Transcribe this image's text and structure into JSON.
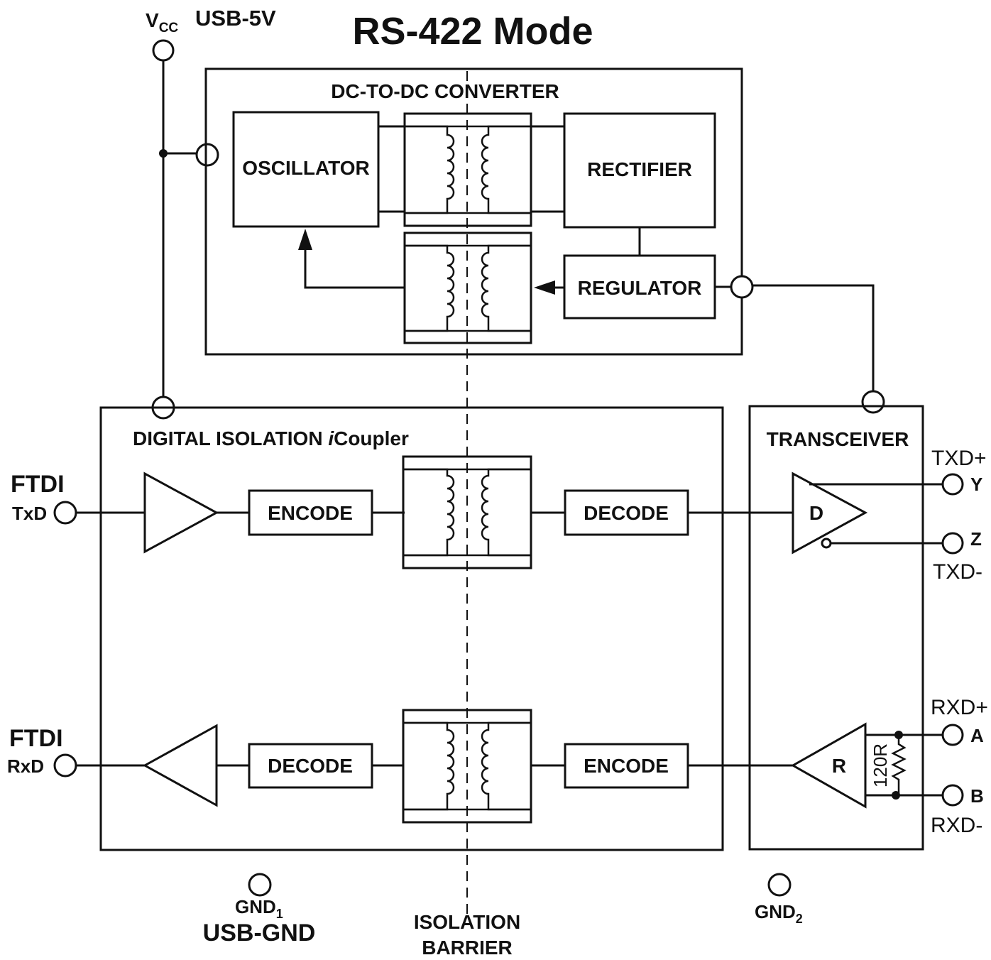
{
  "title": "RS-422 Mode",
  "supply": {
    "vcc": "V",
    "vcc_sub": "CC",
    "label": "USB-5V"
  },
  "dcdc": {
    "title": "DC-TO-DC CONVERTER",
    "oscillator": "OSCILLATOR",
    "rectifier": "RECTIFIER",
    "regulator": "REGULATOR"
  },
  "isolation": {
    "title_prefix": "DIGITAL ISOLATION ",
    "title_italic": "i",
    "title_suffix": "Coupler",
    "tx_encode": "ENCODE",
    "tx_decode": "DECODE",
    "rx_decode": "DECODE",
    "rx_encode": "ENCODE"
  },
  "transceiver": {
    "title": "TRANSCEIVER",
    "driver": "D",
    "receiver": "R",
    "resistor": "120R"
  },
  "left_pins": {
    "txd_header": "FTDI",
    "txd": "TxD",
    "rxd_header": "FTDI",
    "rxd": "RxD"
  },
  "right_pins": {
    "txd_plus": "TXD+",
    "y": "Y",
    "z": "Z",
    "txd_minus": "TXD-",
    "rxd_plus": "RXD+",
    "a": "A",
    "b": "B",
    "rxd_minus": "RXD-"
  },
  "ground": {
    "gnd1": "GND",
    "gnd1_sub": "1",
    "gnd1_label": "USB-GND",
    "gnd2": "GND",
    "gnd2_sub": "2"
  },
  "barrier": {
    "line1": "ISOLATION",
    "line2": "BARRIER"
  }
}
